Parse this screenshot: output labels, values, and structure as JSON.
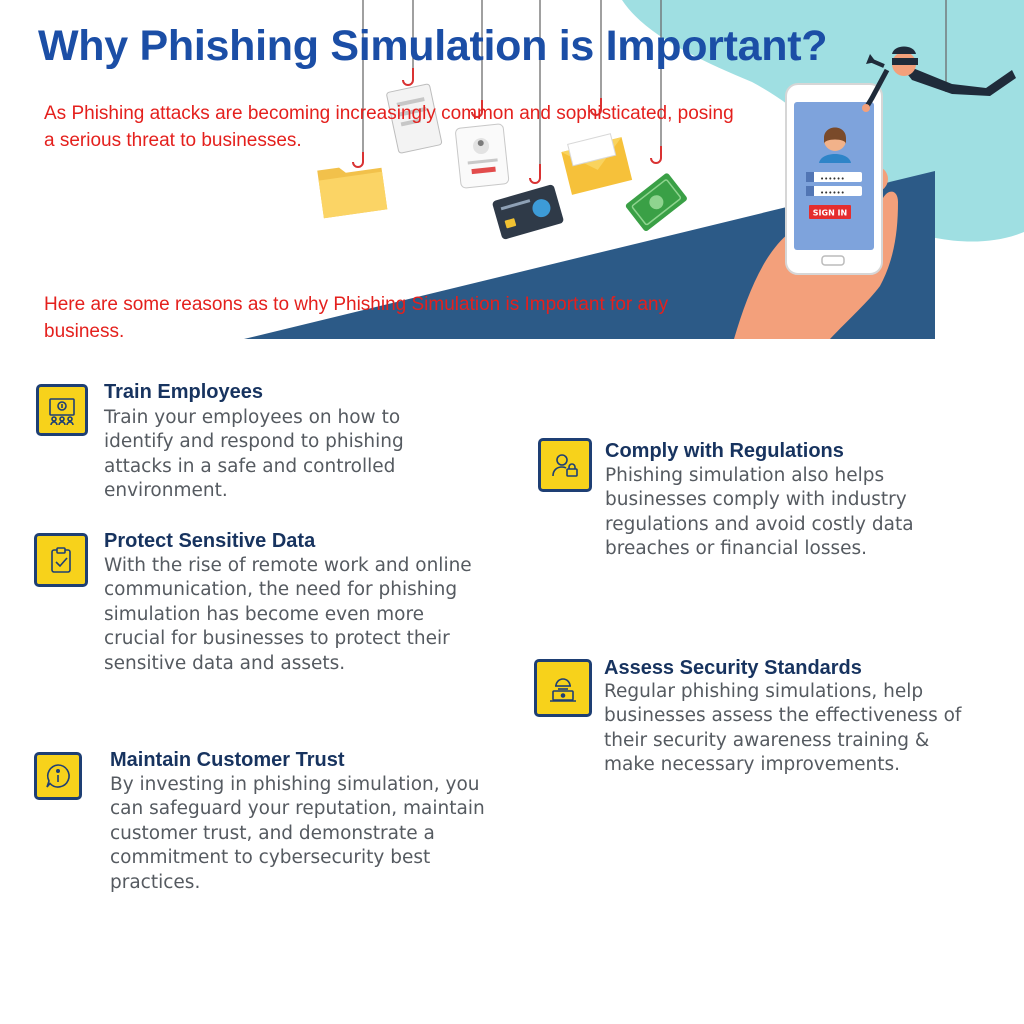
{
  "header": {
    "title": "Why Phishing Simulation is Important?",
    "intro": "As Phishing attacks are becoming increasingly common and sophisticated, posing a serious threat to businesses.",
    "reasons_intro": "Here are some reasons as to why Phishing Simulation is Important for any business."
  },
  "illustration": {
    "sign_in_label": "SIGN IN",
    "password_mask": "••••••"
  },
  "features": {
    "train": {
      "title": "Train Employees",
      "description": "Train your employees on how to identify and respond to phishing attacks in a safe and controlled environment.",
      "icon": "training-board-icon"
    },
    "protect": {
      "title": "Protect Sensitive Data",
      "description": "With the rise of remote work and online communication, the need for phishing simulation has become even more crucial for businesses to protect their sensitive data and assets.",
      "icon": "clipboard-check-icon"
    },
    "trust": {
      "title": "Maintain Customer Trust",
      "description": "By investing in phishing simulation, you can safeguard your reputation, maintain customer trust, and demonstrate a commitment to cybersecurity best practices.",
      "icon": "info-chat-icon"
    },
    "comply": {
      "title": "Comply with Regulations",
      "description": "Phishing simulation also helps businesses comply with industry regulations and avoid costly data breaches or financial losses.",
      "icon": "user-lock-icon"
    },
    "assess": {
      "title": "Assess Security Standards",
      "description": "Regular phishing simulations, help businesses assess the effectiveness of their security awareness training & make necessary improvements.",
      "icon": "hacker-laptop-icon"
    }
  },
  "colors": {
    "title": "#1b4ea6",
    "intro_text": "#e4201d",
    "icon_fill": "#f7d21b",
    "icon_border": "#1e3f74",
    "banner_navy": "#2c5a87",
    "banner_teal": "#9fdfe2"
  }
}
